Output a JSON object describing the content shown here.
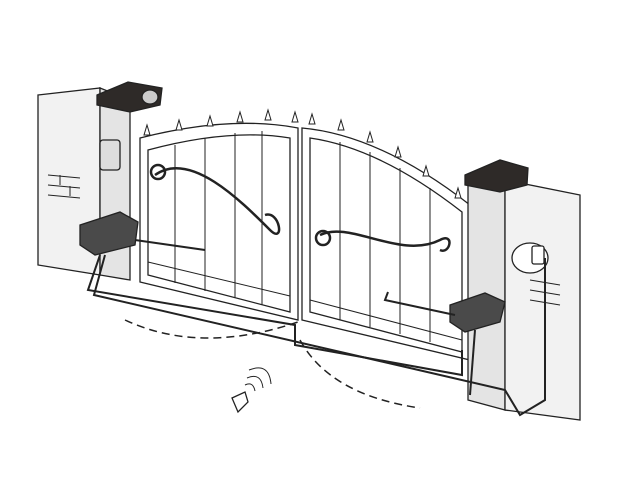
{
  "title": "",
  "colors": {
    "line": "#222222",
    "pillar_fill": "#f2f2f2",
    "cap_fill": "#2e2a28",
    "motor_fill": "#4a4a4a",
    "gate_fill": "#ffffff"
  },
  "components": {
    "left_pillar": "pillar",
    "right_pillar": "pillar",
    "left_gate_leaf": "gate-leaf",
    "right_gate_leaf": "gate-leaf",
    "left_motor": "gate-motor",
    "right_motor": "gate-motor",
    "photocell": "photocell",
    "warning_lamp": "warning-lamp",
    "keypad": "key-selector",
    "remote": "remote-control"
  }
}
